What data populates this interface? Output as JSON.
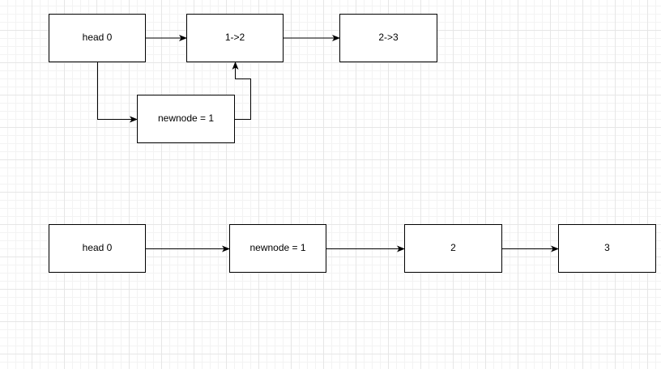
{
  "diagram": {
    "top": {
      "head": "head 0",
      "node_a": "1->2",
      "node_b": "2->3",
      "new_node": "newnode = 1"
    },
    "bottom": {
      "head": "head 0",
      "new_node": "newnode = 1",
      "node_2": "2",
      "node_3": "3"
    }
  }
}
